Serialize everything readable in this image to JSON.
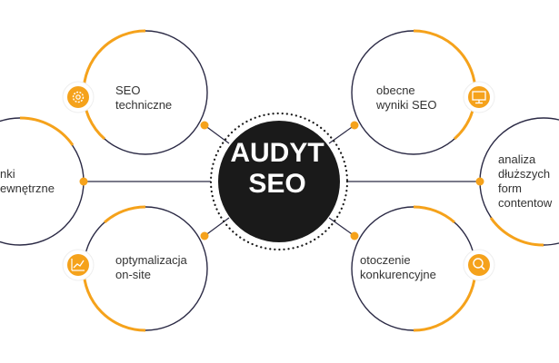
{
  "colors": {
    "accent": "#F5A21B",
    "outline": "#2B2A45",
    "center_fill": "#1A1A1A",
    "text": "#333333",
    "center_text": "#FFFFFF"
  },
  "center": {
    "line1": "AUDYT",
    "line2": "SEO"
  },
  "nodes": [
    {
      "id": "seo-techniczne",
      "lines": [
        "SEO",
        "techniczne"
      ],
      "icon": "gear-icon"
    },
    {
      "id": "obecne-wyniki",
      "lines": [
        "obecne",
        "wyniki SEO"
      ],
      "icon": "monitor-icon"
    },
    {
      "id": "linki-zewnetrzne",
      "lines": [
        "nki",
        "ewnętrzne"
      ],
      "icon": ""
    },
    {
      "id": "analiza-form",
      "lines": [
        "analiza",
        "dłuższych",
        "form",
        "contentow"
      ],
      "icon": ""
    },
    {
      "id": "optymalizacja",
      "lines": [
        "optymalizacja",
        "on-site"
      ],
      "icon": "chart-icon"
    },
    {
      "id": "otoczenie",
      "lines": [
        "otoczenie",
        "konkurencyjne"
      ],
      "icon": "magnifier-icon"
    }
  ]
}
